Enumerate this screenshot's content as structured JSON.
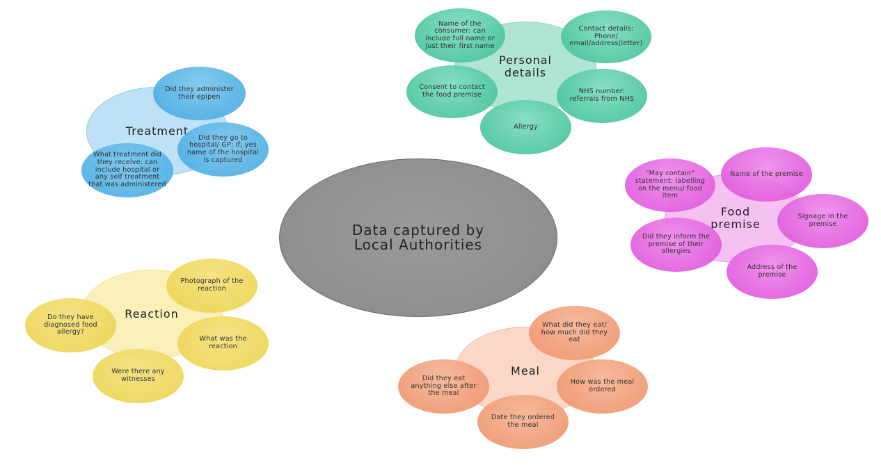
{
  "center": {
    "label": "Data captured by\nLocal Authorities"
  },
  "clusters": {
    "personal": {
      "label": "Personal\ndetails",
      "color": "#3cbf95",
      "hub_color": "#a8e3d0",
      "items": [
        "Name of the consumer: can include full name or just their first name",
        "Contact details: Phone/ email/address(letter)",
        "Consent to contact the food premise",
        "NHS number: referrals from NHS",
        "Allergy"
      ]
    },
    "treatment": {
      "label": "Treatment",
      "color": "#3fa8e0",
      "hub_color": "#b3dcf3",
      "items": [
        "Did they administer their epipen",
        "Did they go to hospital/ GP: If, yes name of the hospital is captured",
        "What treatment did they receive: can include hospital or any self treatment that was administered"
      ]
    },
    "food": {
      "label": "Food\npremise",
      "color": "#dd4bd9",
      "hub_color": "#f2b6ef",
      "items": [
        "\"May contain\" statement: labelling on the menu/ food item",
        "Name of the premise",
        "Signage in the premise",
        "Did they inform the premise of their allergies",
        "Address of the premise"
      ]
    },
    "reaction": {
      "label": "Reaction",
      "color": "#ecd24a",
      "hub_color": "#f8eeb3",
      "items": [
        "Photograph of the reaction",
        "Do they have diagnosed food allergy?",
        "What was the reaction",
        "Were there any witnesses"
      ]
    },
    "meal": {
      "label": "Meal",
      "color": "#ef9066",
      "hub_color": "#f9d3c0",
      "items": [
        "What did they eat/ how much did they eat",
        "Did they eat anything else after the meal",
        "How was the meal ordered",
        "Date they ordered the meal"
      ]
    }
  }
}
